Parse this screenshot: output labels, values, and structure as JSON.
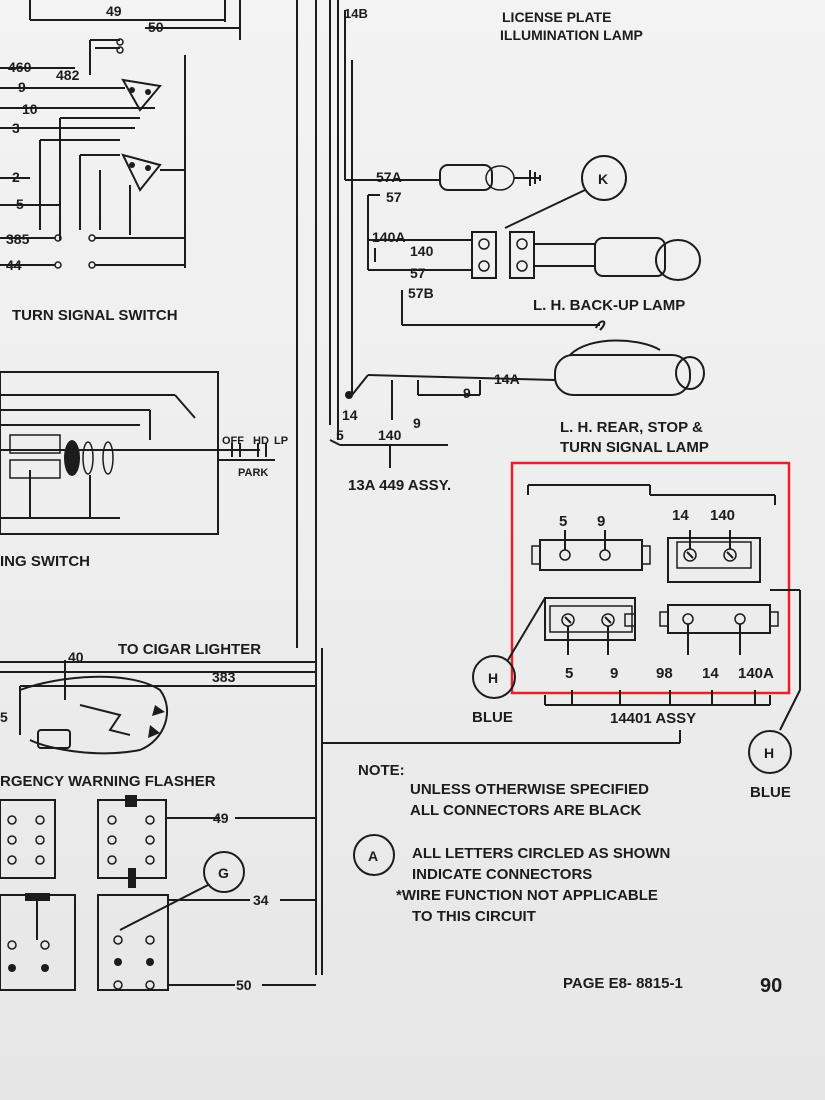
{
  "labels": {
    "license_plate_1": "LICENSE PLATE",
    "license_plate_2": "ILLUMINATION LAMP",
    "w14b": "14B",
    "w57a": "57A",
    "w57": "57",
    "w140a": "140A",
    "w140": "140",
    "w57_2": "57",
    "w57b": "57B",
    "k_conn": "K",
    "backup_lamp": "L. H. BACK-UP LAMP",
    "w14a": "14A",
    "w9": "9",
    "rear_lamp_1": "L. H. REAR, STOP &",
    "rear_lamp_2": "TURN SIGNAL LAMP",
    "w14": "14",
    "p5": "5",
    "p140": "140",
    "p9": "9",
    "assy_13a449": "13A 449 ASSY.",
    "turn_signal_switch": "TURN SIGNAL SWITCH",
    "ing_switch": "ING SWITCH",
    "off": "OFF",
    "hd": "HD",
    "lp": "LP",
    "park": "PARK",
    "w49": "49",
    "w50": "50",
    "w460": "460",
    "w482": "482",
    "w9b": "9",
    "w10": "10",
    "w3": "3",
    "w2": "2",
    "w5": "5",
    "w385": "385",
    "w44": "44",
    "w40": "40",
    "cigar": "TO CIGAR LIGHTER",
    "w383": "383",
    "w5b": "5",
    "flasher": "RGENCY WARNING FLASHER",
    "w49b": "49",
    "w34": "34",
    "w50b": "50",
    "g_conn": "G",
    "h_conn": "H",
    "blue": "BLUE",
    "h_conn_2": "H",
    "blue_2": "BLUE",
    "c1_a": "5",
    "c1_b": "9",
    "c2_a": "14",
    "c2_b": "140",
    "c3_a": "5",
    "c3_b": "9",
    "c4_a": "98",
    "c4_b": "14",
    "c4_c": "140A",
    "assy_14401": "14401 ASSY",
    "note_title": "NOTE:",
    "note_1": "UNLESS OTHERWISE SPECIFIED",
    "note_2": "ALL CONNECTORS ARE BLACK",
    "a_conn": "A",
    "note_3": "ALL LETTERS CIRCLED AS SHOWN",
    "note_4": "INDICATE CONNECTORS",
    "note_5": "*WIRE FUNCTION NOT APPLICABLE",
    "note_6": "TO THIS CIRCUIT",
    "page_ref": "PAGE E8- 8815-1",
    "page_num": "90"
  },
  "colors": {
    "ink": "#1c1c1c",
    "paper": "#efefef",
    "highlight": "#e8202e"
  }
}
